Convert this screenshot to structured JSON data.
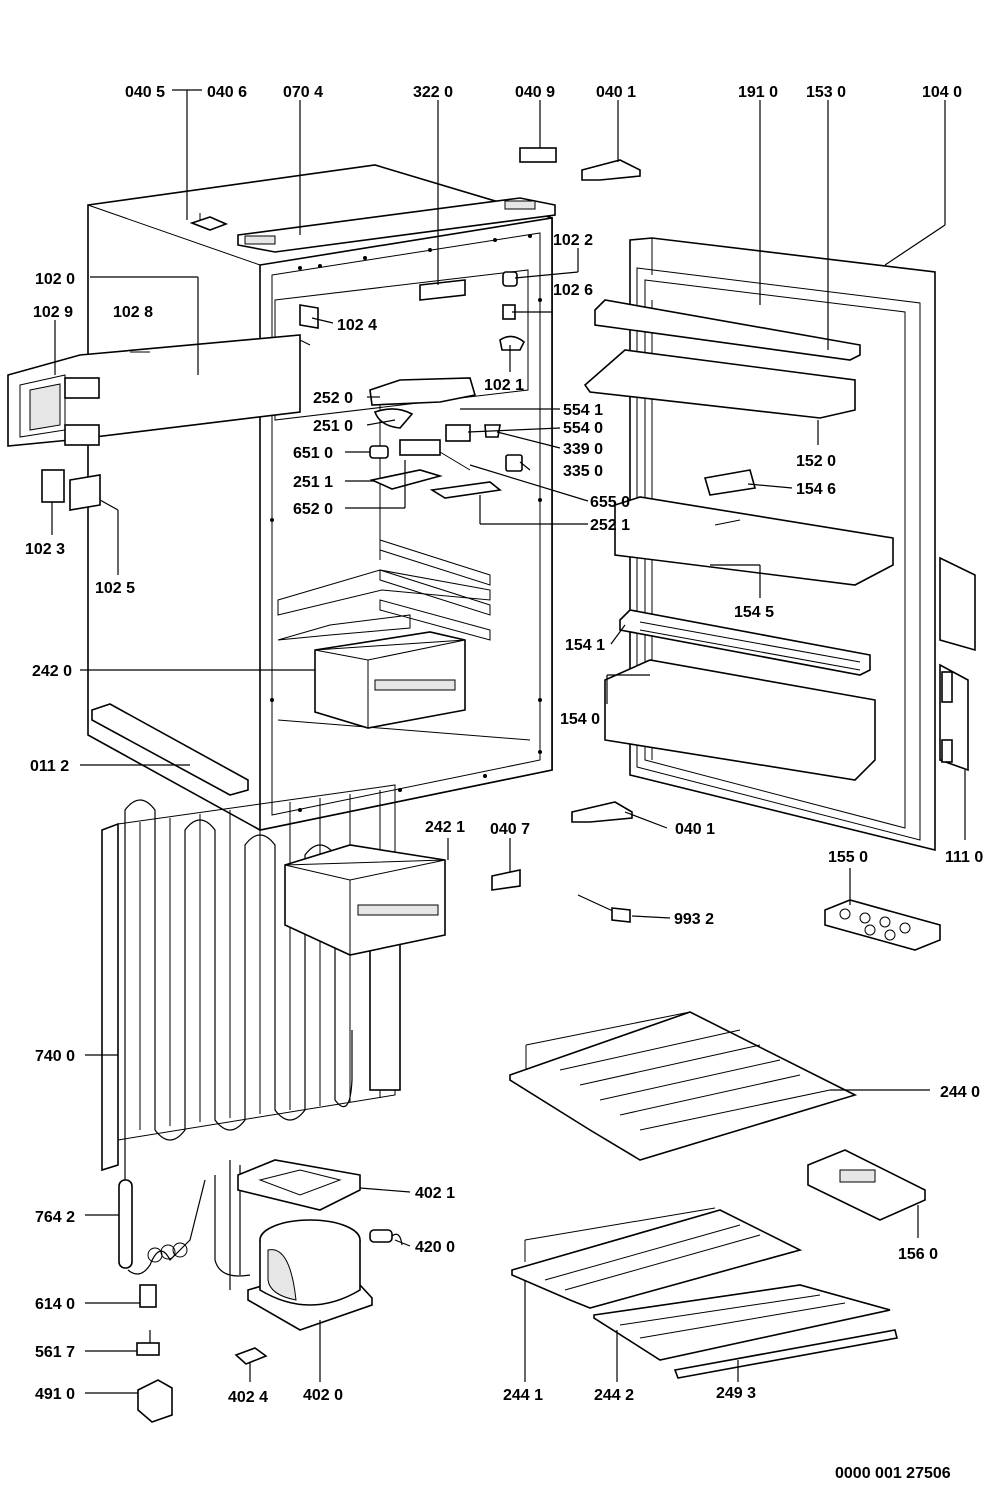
{
  "labels": {
    "p0405": "040 5",
    "p0406": "040 6",
    "p0704": "070 4",
    "p3220": "322 0",
    "p0409": "040 9",
    "p0401a": "040 1",
    "p1910": "191 0",
    "p1530": "153 0",
    "p1040": "104 0",
    "p1022": "102 2",
    "p1026": "102 6",
    "p1020": "102 0",
    "p1029": "102 9",
    "p1028": "102 8",
    "p1024": "102 4",
    "p1021": "102 1",
    "p2520": "252 0",
    "p5541": "554 1",
    "p2510": "251 0",
    "p5540": "554 0",
    "p6510": "651 0",
    "p3390": "339 0",
    "p3350": "335 0",
    "p2511": "251 1",
    "p6550": "655 0",
    "p6520": "652 0",
    "p2521": "252 1",
    "p1520": "152 0",
    "p1546": "154 6",
    "p1023": "102 3",
    "p1025": "102 5",
    "p1545": "154 5",
    "p1541": "154 1",
    "p2420": "242 0",
    "p1540": "154 0",
    "p0112": "011 2",
    "p1110": "111 0",
    "p0401b": "040 1",
    "p2421": "242 1",
    "p0407": "040 7",
    "p1550": "155 0",
    "p9932": "993 2",
    "p7400": "740 0",
    "p2440": "244 0",
    "p4021": "402 1",
    "p7642": "764 2",
    "p1560": "156 0",
    "p4200": "420 0",
    "p6140": "614 0",
    "p5617": "561 7",
    "p4910": "491 0",
    "p4024": "402 4",
    "p4020": "402 0",
    "p2441": "244 1",
    "p2442": "244 2",
    "p2493": "249 3"
  },
  "drawing_number": "0000 001 27506"
}
